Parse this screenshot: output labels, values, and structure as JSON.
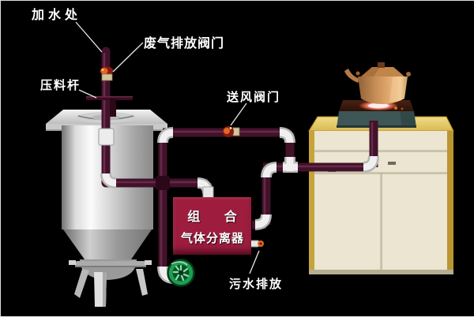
{
  "labels": {
    "water_inlet": "加水处",
    "waste_gas_valve": "废气排放阀门",
    "pressure_rod": "压料杆",
    "air_supply_valve": "送风阀门",
    "sewage_discharge": "污水排放",
    "separator_line1": "组 合",
    "separator_line2": "气体分离器"
  },
  "colors": {
    "background": "#000000",
    "pipe": "#42122a",
    "pipe-highlight": "#713052",
    "pipe-dark": "#2b0817",
    "fitting-light": "#f0f0f0",
    "fitting-shade": "#b5b5b5",
    "separator-box": "#9e1d3f",
    "label-text": "#ffffff",
    "fan-green": "#1ca04f",
    "fan-dark": "#0c4f28",
    "valve-orange": "#e06820",
    "valve-darkred": "#8a1a14",
    "valve-cream": "#d4c49c",
    "cabinet-front": "#ebe5d1",
    "cabinet-gold": "#c7a33c",
    "stove-body": "#3e5656",
    "glow-pink": "#ffc0c8"
  }
}
